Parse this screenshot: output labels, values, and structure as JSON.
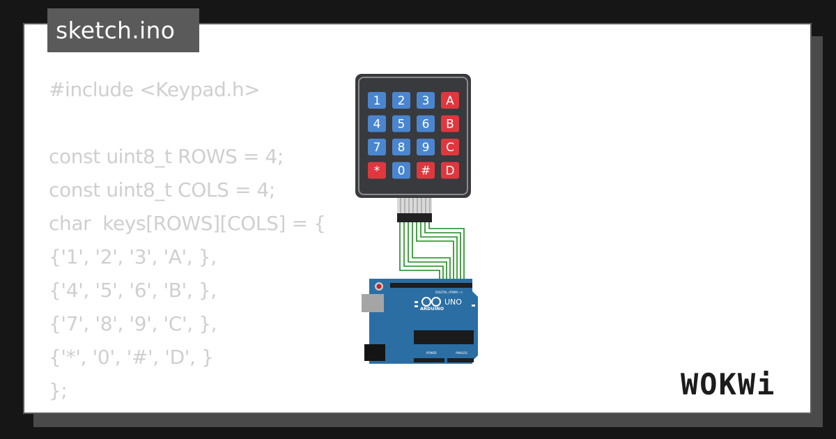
{
  "file_tab": {
    "label": "sketch.ino"
  },
  "code_lines": [
    "#include <Keypad.h>",
    "",
    "const uint8_t ROWS = 4;",
    "const uint8_t COLS = 4;",
    "char  keys[ROWS][COLS] = {",
    "{'1', '2', '3', 'A', },",
    "{'4', '5', '6', 'B', },",
    "{'7', '8', '9', 'C', },",
    "{'*', '0', '#', 'D', }",
    "};"
  ],
  "keypad": {
    "rows": [
      [
        "1",
        "2",
        "3",
        "A"
      ],
      [
        "4",
        "5",
        "6",
        "B"
      ],
      [
        "7",
        "8",
        "9",
        "C"
      ],
      [
        "*",
        "0",
        "#",
        "D"
      ]
    ],
    "blue_key_color": "#4a86d0",
    "red_key_color": "#e0373f"
  },
  "arduino": {
    "brand": "ARDUINO",
    "model": "UNO",
    "digital_label": "DIGITAL (PWM ~)",
    "power_label": "POWER",
    "analog_label": "ANALOG",
    "board_color": "#2b6ea3"
  },
  "brand_logo": {
    "text": "WOKWi"
  },
  "colors": {
    "background": "#161616",
    "card": "#ffffff",
    "code_text": "#cfcfcf",
    "wire": "#1a8a1a"
  }
}
